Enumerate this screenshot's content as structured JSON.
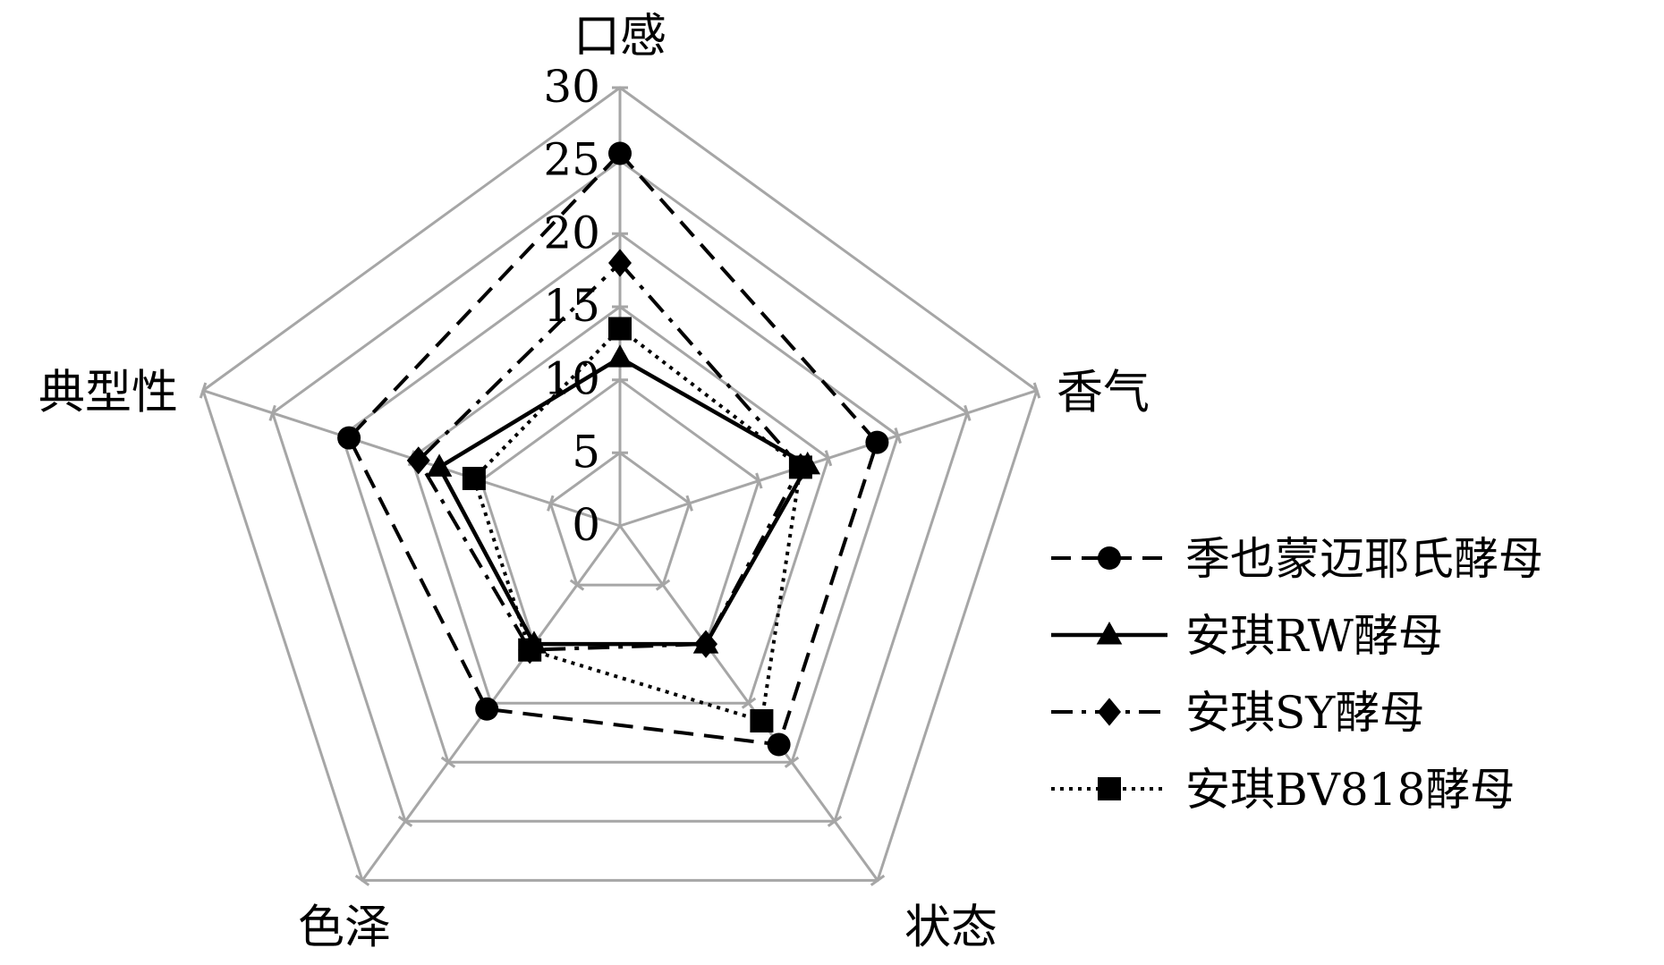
{
  "chart_data": {
    "type": "radar",
    "title": "",
    "axes": [
      "口感",
      "香气",
      "状态",
      "色泽",
      "典型性"
    ],
    "rlim": [
      0,
      30
    ],
    "ticks": [
      0,
      5,
      10,
      15,
      20,
      25,
      30
    ],
    "tick_labels": [
      "0",
      "5",
      "10",
      "15",
      "20",
      "25",
      "30"
    ],
    "grid": true,
    "legend": "right",
    "grid_color": "#a6a6a6",
    "series": [
      {
        "name": "季也蒙迈耶氏酵母",
        "values": [
          25.5,
          18.5,
          18.5,
          15.5,
          19.5
        ],
        "line": "dashed",
        "marker": "circle"
      },
      {
        "name": "安琪RW酵母",
        "values": [
          11.5,
          13.5,
          10.0,
          10.0,
          13.0
        ],
        "line": "solid",
        "marker": "triangle"
      },
      {
        "name": "安琪SY酵母",
        "values": [
          18.0,
          13.0,
          10.0,
          10.5,
          14.5
        ],
        "line": "dashdot",
        "marker": "diamond"
      },
      {
        "name": "安琪BV818酵母",
        "values": [
          13.5,
          13.0,
          16.5,
          10.5,
          10.5
        ],
        "line": "dotted",
        "marker": "square"
      }
    ]
  }
}
